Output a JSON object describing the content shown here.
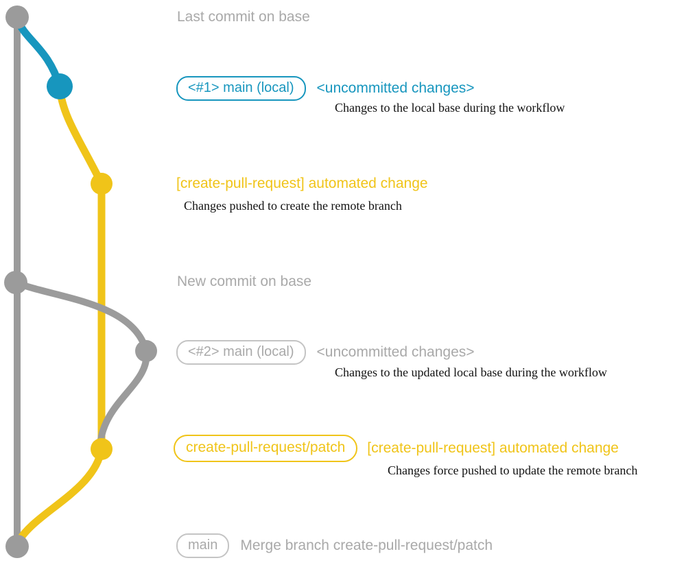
{
  "colors": {
    "gray": "#9B9B9B",
    "gray_text": "#A9A9A9",
    "teal": "#1796BE",
    "yellow": "#F0C419",
    "ink": "#111111"
  },
  "diagram": {
    "events": [
      {
        "label": "Last commit on base"
      },
      {
        "badge": "<#1> main (local)",
        "title": "<uncommitted changes>",
        "description": "Changes to the local base during the workflow"
      },
      {
        "title": "[create-pull-request] automated change",
        "description": "Changes pushed to create the remote branch"
      },
      {
        "label": "New commit on base"
      },
      {
        "badge": "<#2> main (local)",
        "title": "<uncommitted changes>",
        "description": "Changes to the updated local base during the workflow"
      },
      {
        "badge": "create-pull-request/patch",
        "title": "[create-pull-request] automated change",
        "description": "Changes force pushed to update the remote branch"
      },
      {
        "badge": "main",
        "label": "Merge branch create-pull-request/patch"
      }
    ]
  }
}
